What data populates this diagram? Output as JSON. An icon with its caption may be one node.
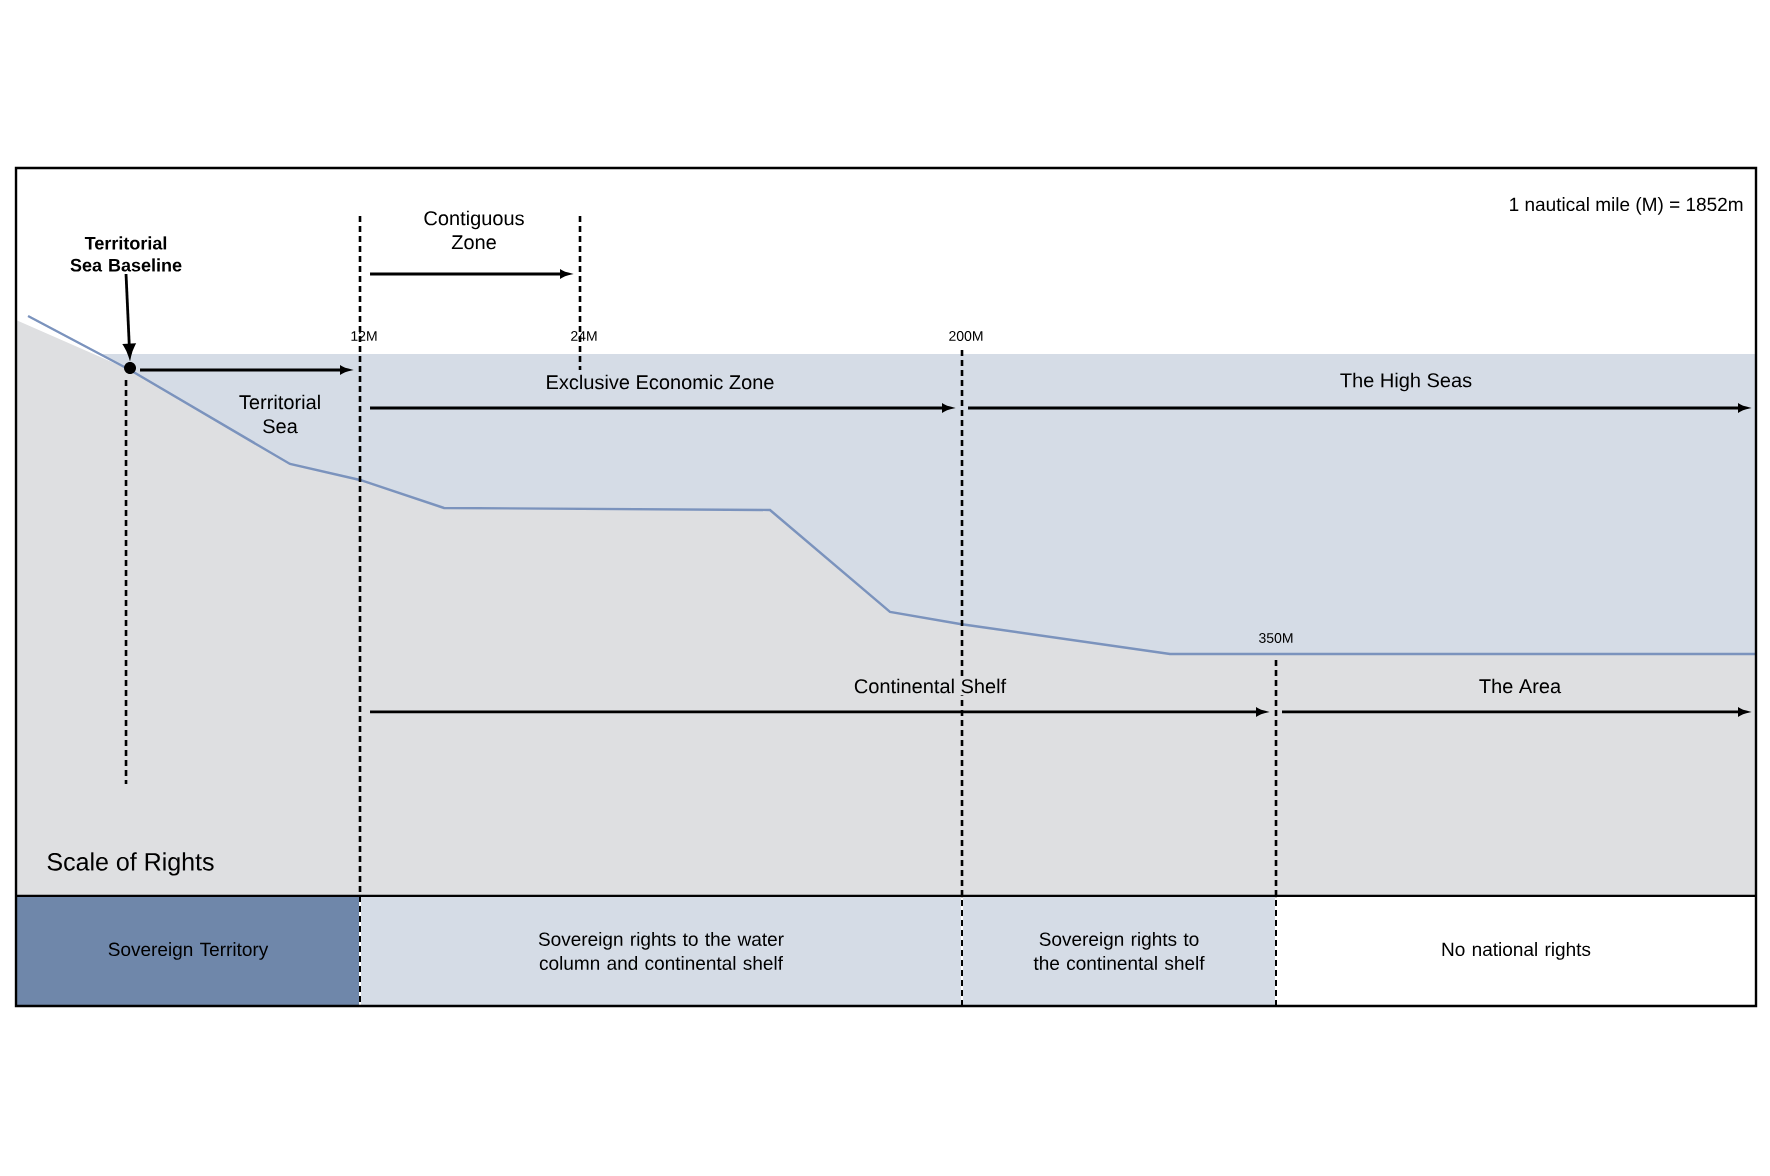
{
  "diagram": {
    "nodes": [
      {
        "text": [
          "Territorial Sea Baseline"
        ]
      },
      {
        "text": [],
        "shape": "circle"
      },
      {
        "text": [
          "Sovereign Territory"
        ]
      },
      {
        "text": [
          "Sovereign rights to the water column and continental shelf"
        ]
      },
      {
        "text": [
          "Sovereign rights to the continental shelf"
        ]
      },
      {
        "text": [
          "No national rights"
        ]
      }
    ],
    "edges": [
      {
        "from": 0,
        "to": 1,
        "arrow": "to"
      }
    ],
    "labels": [
      "1 nautical mile (M) = 1852m",
      "Contiguous Zone",
      "12M",
      "24M",
      "200M",
      "Territorial Sea",
      "Exclusive Economic Zone",
      "The High Seas",
      "350M",
      "Continental Shelf",
      "The Area",
      "Scale of Rights"
    ]
  }
}
